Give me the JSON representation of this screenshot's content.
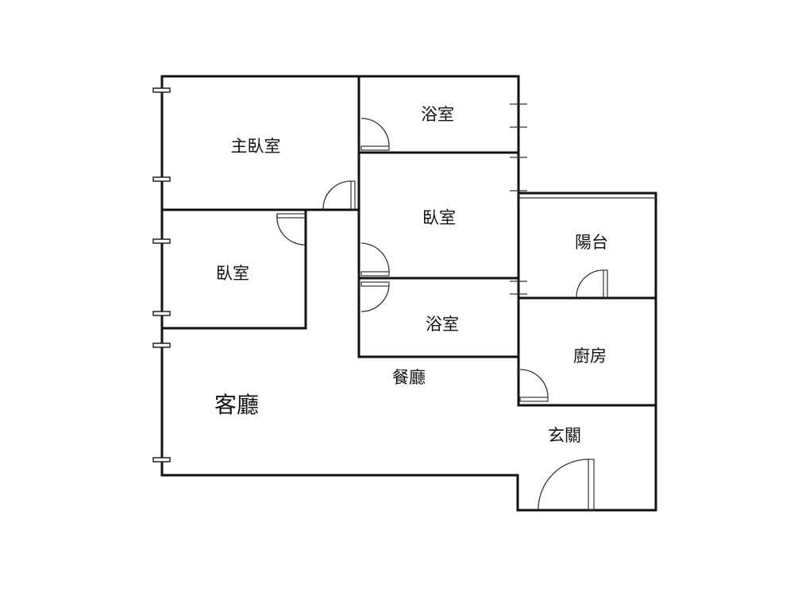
{
  "rooms": {
    "master_bedroom": "主臥室",
    "bathroom_top": "浴室",
    "bedroom_middle": "臥室",
    "bedroom_left": "臥室",
    "balcony": "陽台",
    "bathroom_bottom": "浴室",
    "kitchen": "廚房",
    "dining_room": "餐廳",
    "living_room": "客廳",
    "entrance": "玄關"
  },
  "colors": {
    "wall": "#111111",
    "background": "#ffffff"
  }
}
